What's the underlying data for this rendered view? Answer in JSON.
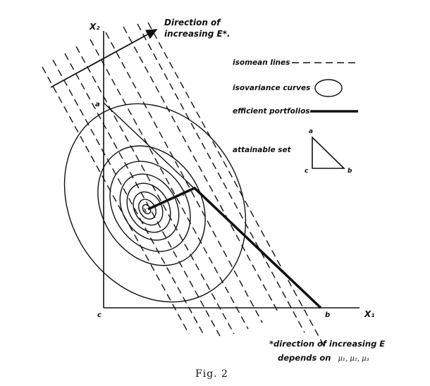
{
  "axes": {
    "y_label": "X₂",
    "x_label": "X₁",
    "origin_label": "c",
    "point_a_label": "a",
    "point_b_label": "b"
  },
  "direction": {
    "line1": "Direction of",
    "line2": "increasing E*."
  },
  "legend": {
    "isomean": "isomean lines",
    "isovariance": "isovariance curves",
    "efficient": "efficient portfolios",
    "attainable": "attainable set",
    "tri_a": "a",
    "tri_b": "b",
    "tri_c": "c"
  },
  "markers": {
    "x_point": "x",
    "l_point": "l"
  },
  "footnote": {
    "line1": "*direction of increasing E",
    "line2_prefix": "depends on",
    "line2_vars": "μ₁, μ₂, μ₃"
  },
  "caption": "Fig. 2"
}
